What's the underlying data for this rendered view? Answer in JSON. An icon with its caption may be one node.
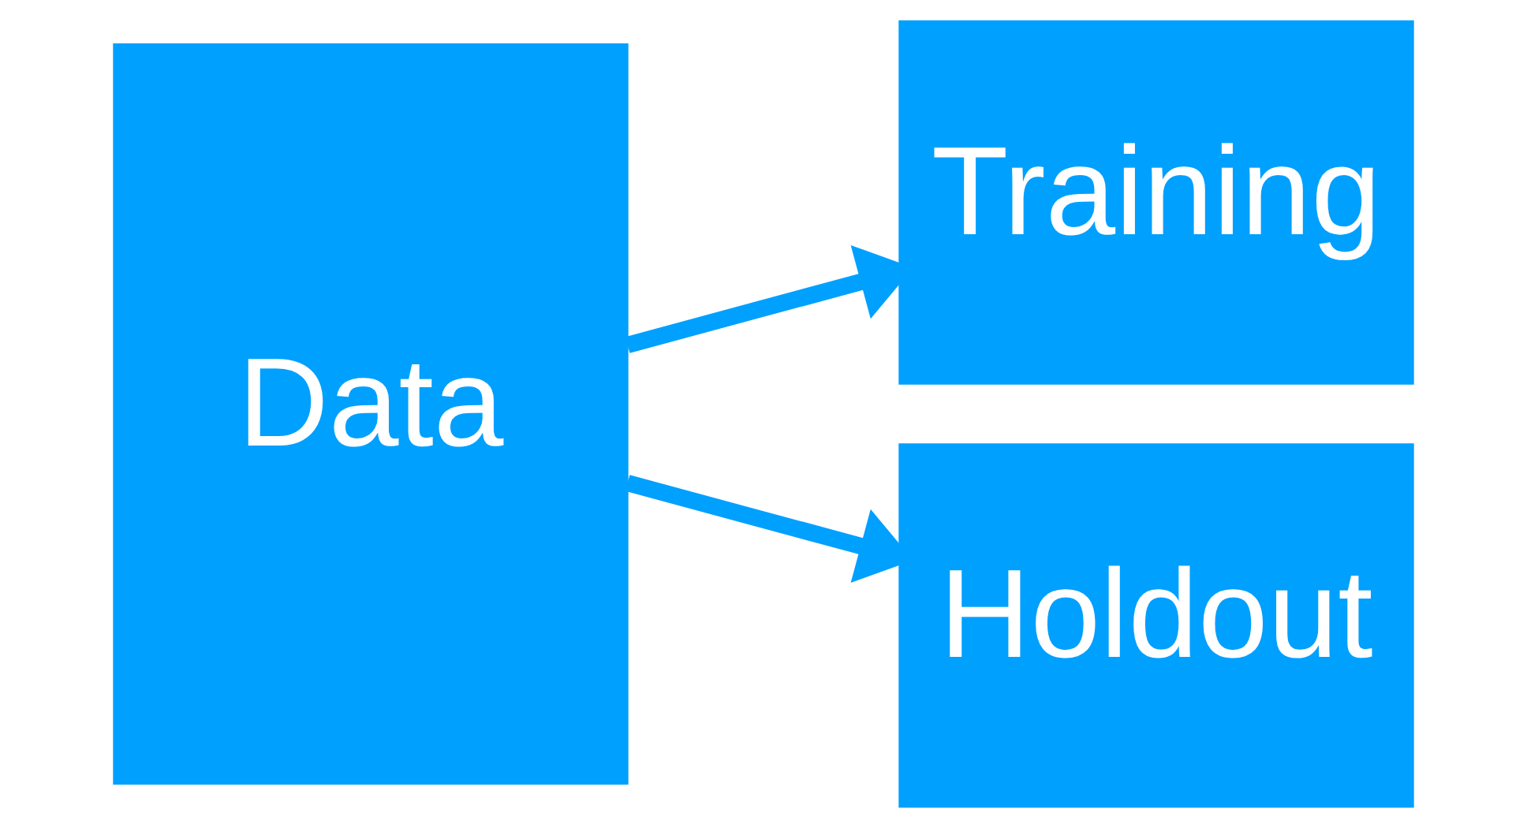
{
  "diagram": {
    "nodes": [
      {
        "text": [
          "Data"
        ]
      },
      {
        "text": [
          "Training"
        ]
      },
      {
        "text": [
          "Holdout"
        ]
      }
    ],
    "edges": [
      {
        "from": 0,
        "to": 1,
        "arrow": "to"
      },
      {
        "from": 0,
        "to": 2,
        "arrow": "to"
      }
    ]
  }
}
